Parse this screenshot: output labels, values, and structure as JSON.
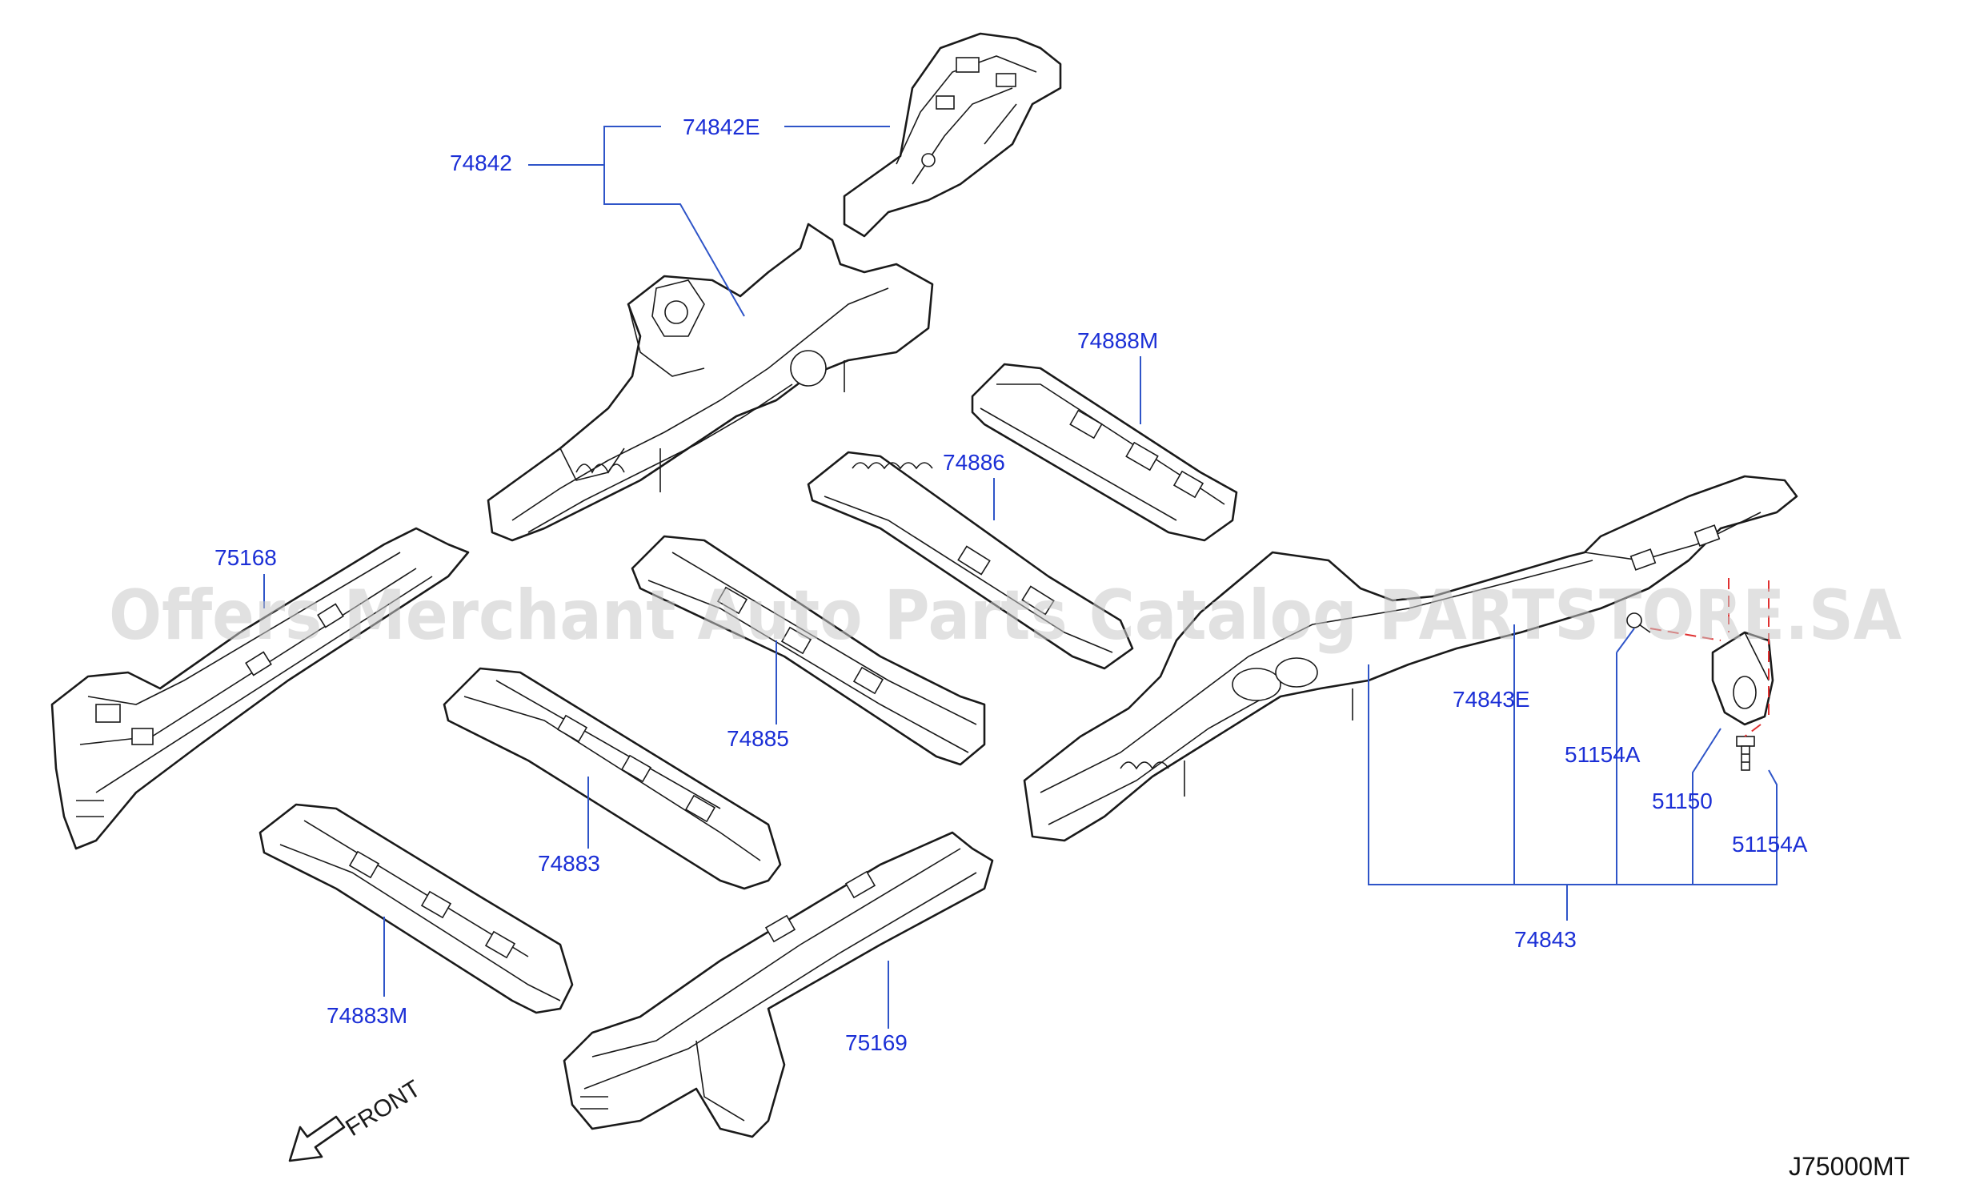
{
  "diagram_code": "J75000MT",
  "front_label": "FRONT",
  "watermark": "Offers Merchant Auto Parts Catalog PARTSTORE.SA",
  "colors": {
    "callout": "#1b2fd6",
    "leader": "#2f55c8",
    "outline": "#1a1a1a",
    "phantom": "#e03030",
    "watermark": "#c8c8c8"
  },
  "callouts": [
    {
      "id": "c-74842E",
      "part": "74842E"
    },
    {
      "id": "c-74842",
      "part": "74842"
    },
    {
      "id": "c-74888M",
      "part": "74888M"
    },
    {
      "id": "c-74886",
      "part": "74886"
    },
    {
      "id": "c-75168",
      "part": "75168"
    },
    {
      "id": "c-74885",
      "part": "74885"
    },
    {
      "id": "c-74883",
      "part": "74883"
    },
    {
      "id": "c-74883M",
      "part": "74883M"
    },
    {
      "id": "c-75169",
      "part": "75169"
    },
    {
      "id": "c-74843E",
      "part": "74843E"
    },
    {
      "id": "c-51154A-1",
      "part": "51154A"
    },
    {
      "id": "c-51150",
      "part": "51150"
    },
    {
      "id": "c-51154A-2",
      "part": "51154A"
    },
    {
      "id": "c-74843",
      "part": "74843"
    }
  ]
}
